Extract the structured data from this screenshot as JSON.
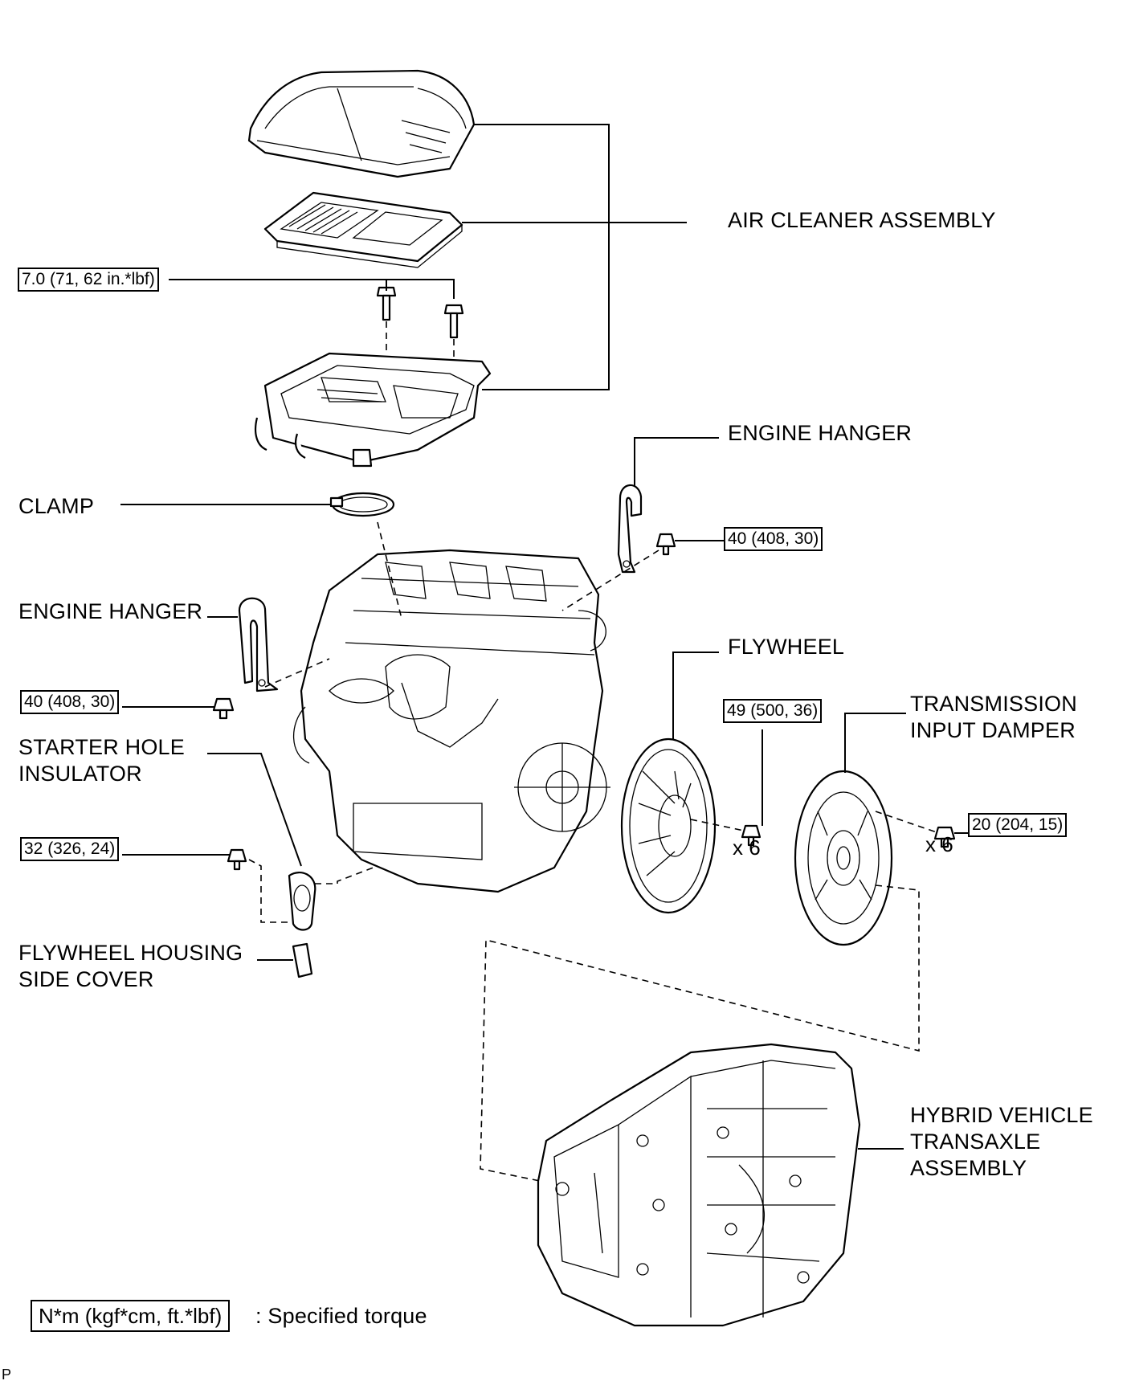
{
  "labels": {
    "air_cleaner_assembly": "AIR CLEANER ASSEMBLY",
    "engine_hanger_right": "ENGINE HANGER",
    "clamp": "CLAMP",
    "engine_hanger_left": "ENGINE HANGER",
    "flywheel": "FLYWHEEL",
    "transmission_input_damper": "TRANSMISSION\nINPUT DAMPER",
    "starter_hole_insulator": "STARTER HOLE\nINSULATOR",
    "flywheel_housing_side_cover": "FLYWHEEL HOUSING\nSIDE COVER",
    "hybrid_vehicle_transaxle_assembly": "HYBRID VEHICLE\nTRANSAXLE\nASSEMBLY"
  },
  "torques": {
    "air_cleaner_bolts": "7.0 (71, 62 in.*lbf)",
    "engine_hanger_right_bolt": "40 (408, 30)",
    "engine_hanger_left_bolt": "40 (408, 30)",
    "flywheel_bolts": "49 (500, 36)",
    "input_damper_bolts": "20 (204, 15)",
    "starter_insulator_bolt": "32 (326, 24)"
  },
  "quantities": {
    "flywheel_bolts": "x 6",
    "input_damper_bolts": "x 6"
  },
  "legend": {
    "torque_unit": "N*m (kgf*cm, ft.*lbf)",
    "description": ": Specified torque"
  },
  "corner_mark": "P"
}
